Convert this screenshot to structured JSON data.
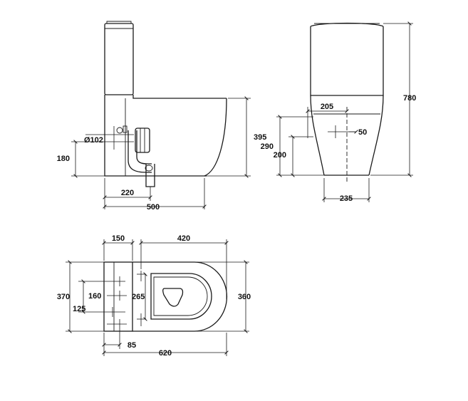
{
  "drawing": {
    "side_view": {
      "dim_height_pan": "395",
      "dim_pipe_diameter": "Ø102",
      "dim_outlet_height": "180",
      "dim_outlet_setback": "220",
      "dim_depth": "500"
    },
    "front_view": {
      "dim_total_height": "780",
      "dim_inlet_offset": "205",
      "dim_inlet_small": "50",
      "dim_height_290": "290",
      "dim_height_200": "200",
      "dim_base_width": "235"
    },
    "top_view": {
      "dim_cistern_depth": "150",
      "dim_pan_length": "420",
      "dim_total_width": "370",
      "dim_fix_160": "160",
      "dim_fix_125": "125",
      "dim_fix_265": "265",
      "dim_pan_width": "360",
      "dim_offset_85": "85",
      "dim_total_length": "620"
    }
  }
}
